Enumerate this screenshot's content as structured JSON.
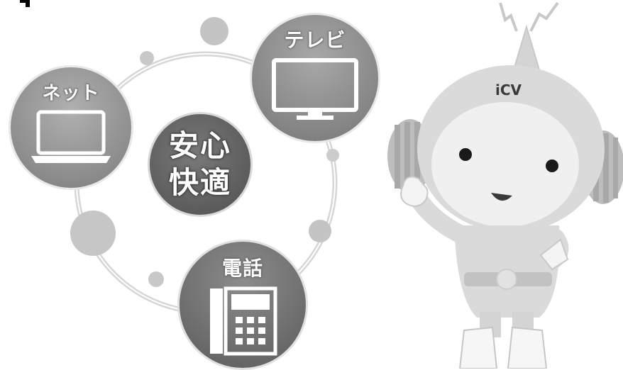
{
  "circles": {
    "net": {
      "label": "ネット",
      "icon": "laptop-icon"
    },
    "tv": {
      "label": "テレビ",
      "icon": "tv-icon"
    },
    "phone": {
      "label": "電話",
      "icon": "phone-icon"
    },
    "center": {
      "line1": "安心",
      "line2": "快適"
    }
  },
  "mascot": {
    "logo": "iCV"
  },
  "colors": {
    "ring": "#d2d2d2",
    "bubble": "#c4c4c4",
    "mascot_body": "#dcdcdc"
  }
}
